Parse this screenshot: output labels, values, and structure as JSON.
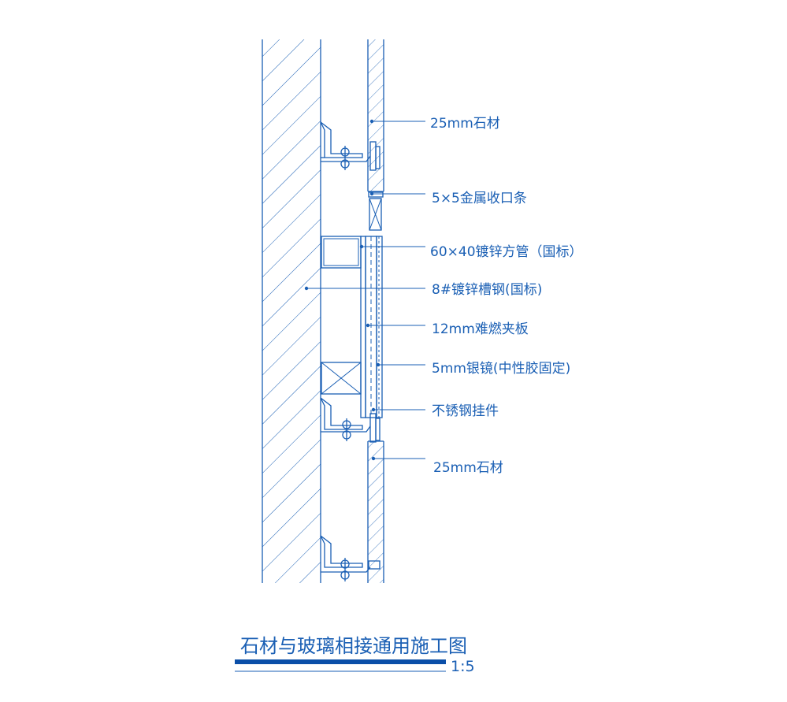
{
  "drawing": {
    "title": "石材与玻璃相接通用施工图",
    "scale": "1:5"
  },
  "callouts": [
    {
      "text": "25mm石材"
    },
    {
      "text": "5×5金属收口条"
    },
    {
      "text": "60×40镀锌方管（国标）"
    },
    {
      "text": "8#镀锌槽钢(国标)"
    },
    {
      "text": "12mm难燃夹板"
    },
    {
      "text": "5mm银镜(中性胶固定)"
    },
    {
      "text": "不锈钢挂件"
    },
    {
      "text": "25mm石材"
    }
  ],
  "colors": {
    "line": "#1a5fb4",
    "title_bar": "#0b4fa8"
  }
}
